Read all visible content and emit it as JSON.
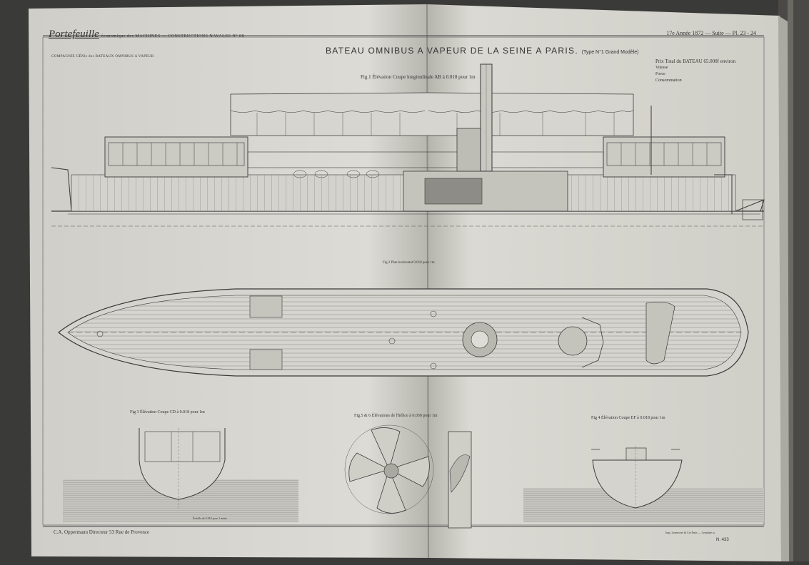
{
  "header": {
    "brand": "Portefeuille",
    "brand_sub": "économique des MACHINES — CONSTRUCTIONS NAVALES N° 88",
    "right": "17e Année 1872 — Suite — Pl. 23 - 24"
  },
  "company": "COMPAGNIE GÉNle des BATEAUX OMNIBUS A VAPEUR",
  "title": "BATEAU OMNIBUS A VAPEUR DE LA SEINE A PARIS.",
  "title_type": "(Type N°1 Grand Modèle)",
  "specs": {
    "line1": "Prix Total du BATEAU 65.000f environ",
    "line2": "Vitesse",
    "line3": "Force",
    "line4": "Consommation"
  },
  "figures": {
    "fig1": "Fig.1 Élévation Coupe longitudinale AB à 0.018 pour 1m",
    "fig2": "Fig 2 Plan horizontal 0.018 pour 1m",
    "fig3": "Fig 3 Élévation Coupe CD à 0.018 pour 1m",
    "fig5": "Fig.5 & 6 Élévations de l'hélice à 0.050 pour 1m",
    "fig4": "Fig 4 Élévation Coupe EF à 0.018 pour 1m"
  },
  "scale_note": "Échelle de 0.018 pour 1 mètre",
  "footer": {
    "left": "C.A. Oppermann Directeur 53 Rue de Provence",
    "right": "Imp. Lemercier & Cie Paris — Lemaître sc.",
    "plate": "N. 433"
  },
  "colors": {
    "paper": "#d9d8d2",
    "paper_shadow": "#b9b8b1",
    "ink": "#3a3a3a",
    "cover": "#3a3a38",
    "water": "#c6c5bf"
  }
}
